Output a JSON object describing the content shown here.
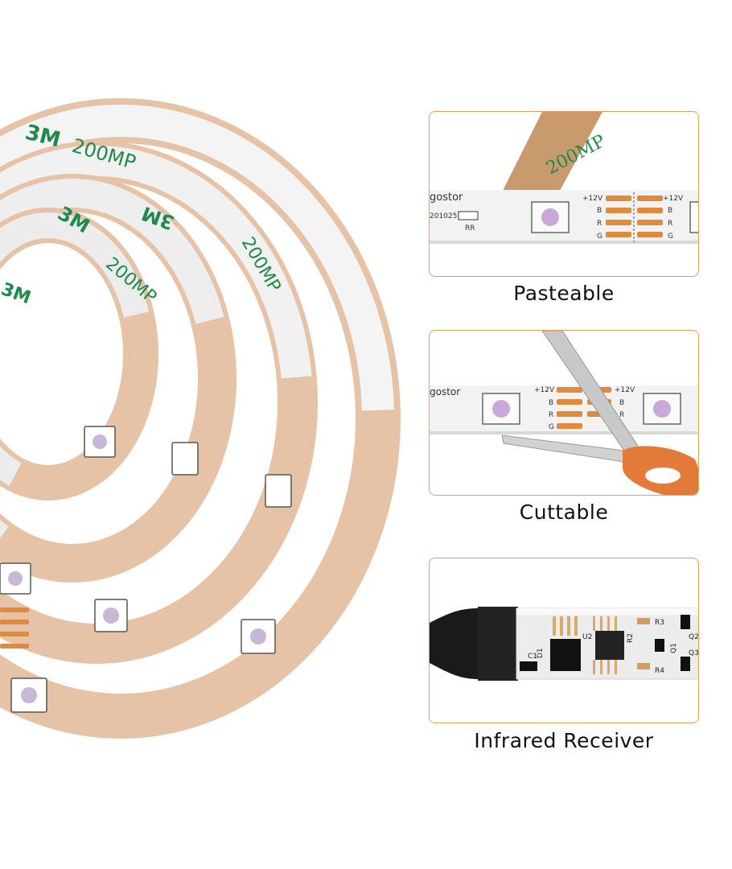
{
  "captions": {
    "pasteable": "Pasteable",
    "cuttable": "Cuttable",
    "infrared": "Infrared Receiver"
  },
  "strip_print": {
    "backing_text": "200MP",
    "backing_brand": "3M",
    "brand": "gostor",
    "code": "201025",
    "resistor": "RR",
    "v12": "+12V",
    "b": "B",
    "r": "R",
    "g": "G"
  },
  "pcb_labels": {
    "c1": "C1",
    "d1": "D1",
    "u2": "U2",
    "r2": "R2",
    "r3": "R3",
    "r4": "R4",
    "q1": "Q1",
    "q2": "Q2",
    "q3": "Q3"
  },
  "colors": {
    "frame_border": "#e3a05a",
    "tape_backing": "#e8c4a8",
    "tape_text_green": "#1f8a4c",
    "strip": "#f2f2f2",
    "copper_pad": "#e08a3c",
    "scissor_handle": "#e27a3a",
    "cable": "#1a1a1a"
  }
}
